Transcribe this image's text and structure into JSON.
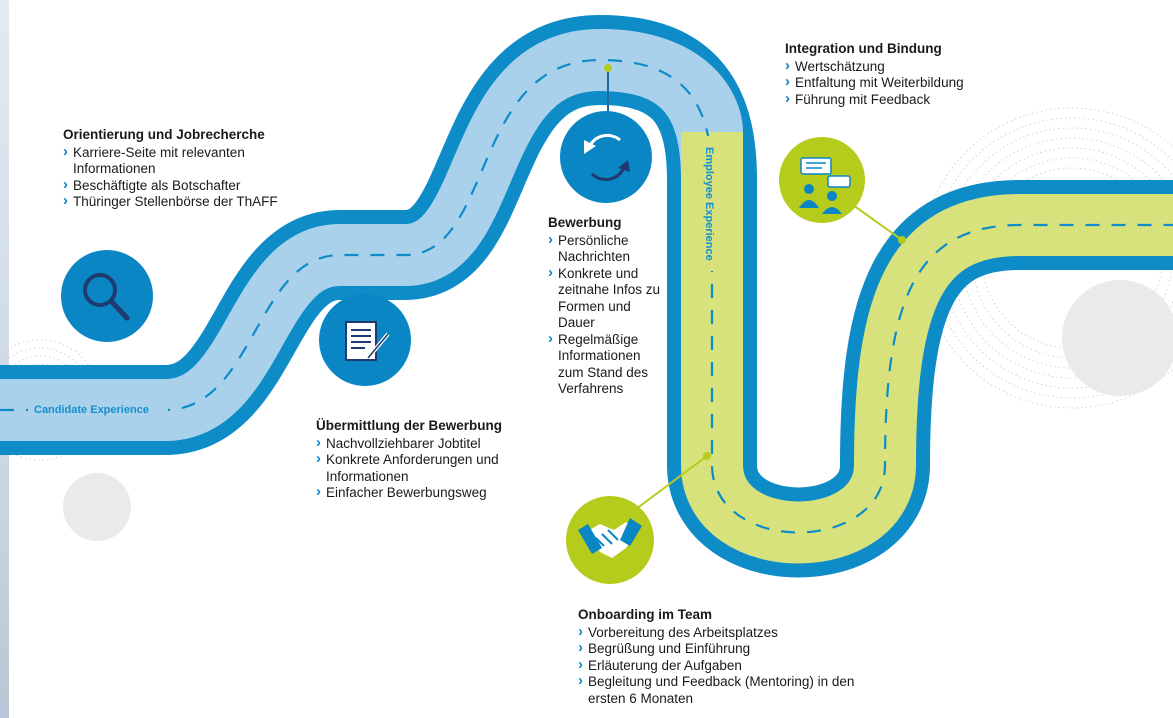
{
  "labels": {
    "candidate": "Candidate Experience",
    "employee": "Employee Experience"
  },
  "stages": {
    "orientierung": {
      "title": "Orientierung und Jobrecherche",
      "items": [
        "Karriere-Seite mit relevanten Informationen",
        "Beschäftigte als Botschafter",
        "Thüringer Stellenbörse der ThAFF"
      ],
      "icon": "search-icon"
    },
    "uebermittlung": {
      "title": "Übermittlung der Bewerbung",
      "items": [
        "Nachvollziehbarer Jobtitel",
        "Konkrete Anforderungen und Informationen",
        "Einfacher Bewerbungsweg"
      ],
      "icon": "document-pen-icon"
    },
    "bewerbung": {
      "title": "Bewerbung",
      "items": [
        "Persönliche Nachrichten",
        "Konkrete und zeitnahe Infos zu Formen und Dauer",
        "Regelmäßige Informationen zum Stand des Verfahrens"
      ],
      "icon": "refresh-icon"
    },
    "onboarding": {
      "title": "Onboarding im Team",
      "items": [
        "Vorbereitung des Arbeitsplatzes",
        "Begrüßung und Einführung",
        "Erläuterung der Aufgaben",
        "Begleitung und Feedback (Mentoring) in den ersten 6 Monaten"
      ],
      "icon": "handshake-icon"
    },
    "integration": {
      "title": "Integration und Bindung",
      "items": [
        "Wertschätzung",
        "Entfaltung mit Weiterbildung",
        "Führung mit Feedback"
      ],
      "icon": "people-chat-icon"
    }
  },
  "colors": {
    "candidate_road": "#a9d1ec",
    "employee_road": "#d7e27c",
    "road_border": "#0e8cc8",
    "icon_blue": "#0a86c4",
    "icon_green": "#b5cc1c",
    "bullet": "#0a86c4"
  }
}
